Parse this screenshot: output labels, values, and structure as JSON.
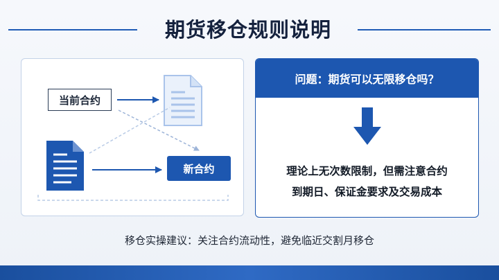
{
  "title": "期货移仓规则说明",
  "diagram": {
    "current_contract_label": "当前合约",
    "new_contract_label": "新合约"
  },
  "question": {
    "text": "问题：期货可以无限移仓吗？"
  },
  "answer": {
    "line1": "理论上无次数限制，但需注意合约",
    "line2": "到期日、保证金要求及交易成本"
  },
  "advice": "移仓实操建议：关注合约流动性，避免临近交割月移仓",
  "colors": {
    "accent_blue": "#1d57b0",
    "light_doc_blue": "#a9c3ea",
    "title_text": "#14213d"
  },
  "icons": [
    "document-icon-light",
    "document-icon-dark",
    "arrow-down-icon"
  ]
}
